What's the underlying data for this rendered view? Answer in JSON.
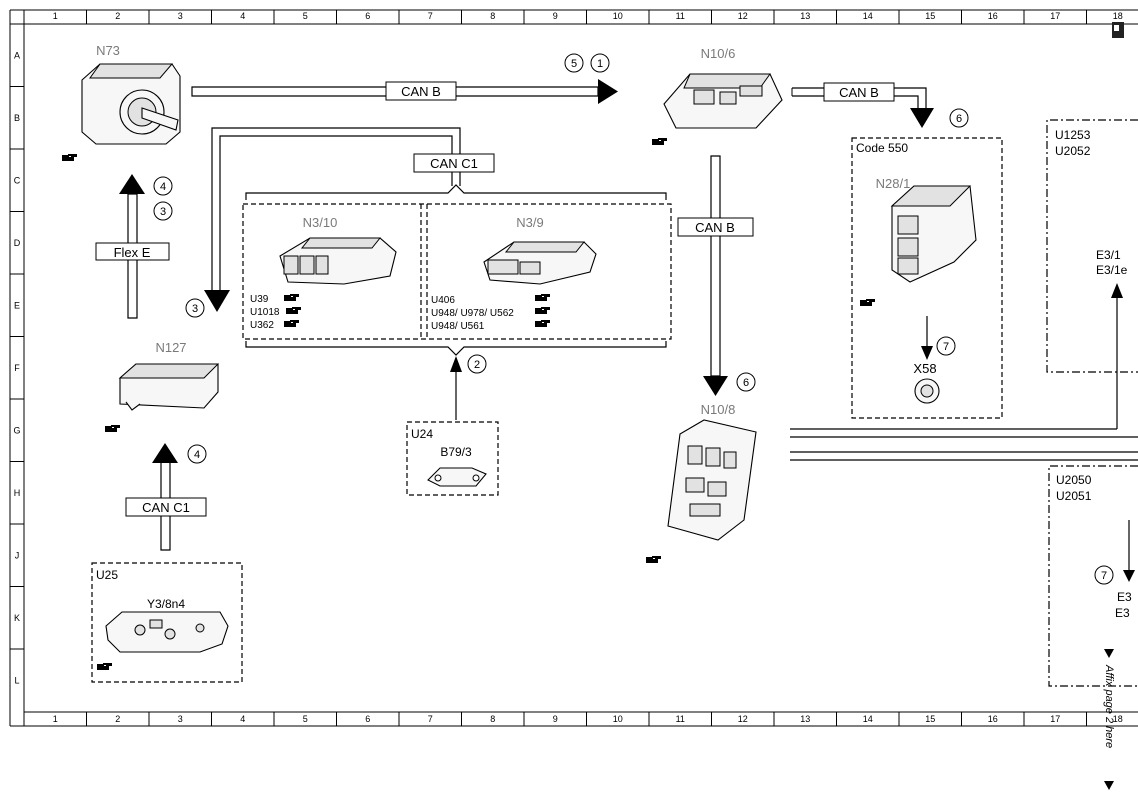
{
  "grid": {
    "columns": [
      "1",
      "2",
      "3",
      "4",
      "5",
      "6",
      "7",
      "8",
      "9",
      "10",
      "11",
      "12",
      "13",
      "14",
      "15",
      "16",
      "17",
      "18"
    ],
    "rows": [
      "A",
      "B",
      "C",
      "D",
      "E",
      "F",
      "G",
      "H",
      "J",
      "K",
      "L"
    ]
  },
  "components": {
    "n73": "N73",
    "n10_6": "N10/6",
    "n3_10": "N3/10",
    "n3_9": "N3/9",
    "n127": "N127",
    "n10_8": "N10/8",
    "n28_1": "N28/1",
    "x58": "X58",
    "b79_3": "B79/3",
    "y3_8n4": "Y3/8n4",
    "e3_1": "E3/1",
    "e3_1e": "E3/1e",
    "e3_cut": "E3",
    "e3_cut2": "E3"
  },
  "buses": {
    "can_b_top": "CAN B",
    "can_b_right": "CAN B",
    "can_b_vertical": "CAN B",
    "can_c1_top": "CAN C1",
    "can_c1_bottom": "CAN C1",
    "flex_e": "Flex E"
  },
  "codes": {
    "code_550": "Code 550",
    "u1253": "U1253",
    "u2052": "U2052",
    "u2050": "U2050",
    "u2051": "U2051",
    "u24": "U24",
    "u25": "U25",
    "n3_10_refs": [
      "U39",
      "U1018",
      "U362"
    ],
    "n3_9_refs": [
      "U406",
      "U948/ U978/ U562",
      "U948/ U561"
    ]
  },
  "callouts": {
    "c5": "5",
    "c1": "1",
    "c6a": "6",
    "c4a": "4",
    "c3a": "3",
    "c3b": "3",
    "c2": "2",
    "c6b": "6",
    "c7a": "7",
    "c4b": "4",
    "c7b": "7"
  },
  "side_note": "Affix page 2 here",
  "icon": "pointing-hand-icon"
}
